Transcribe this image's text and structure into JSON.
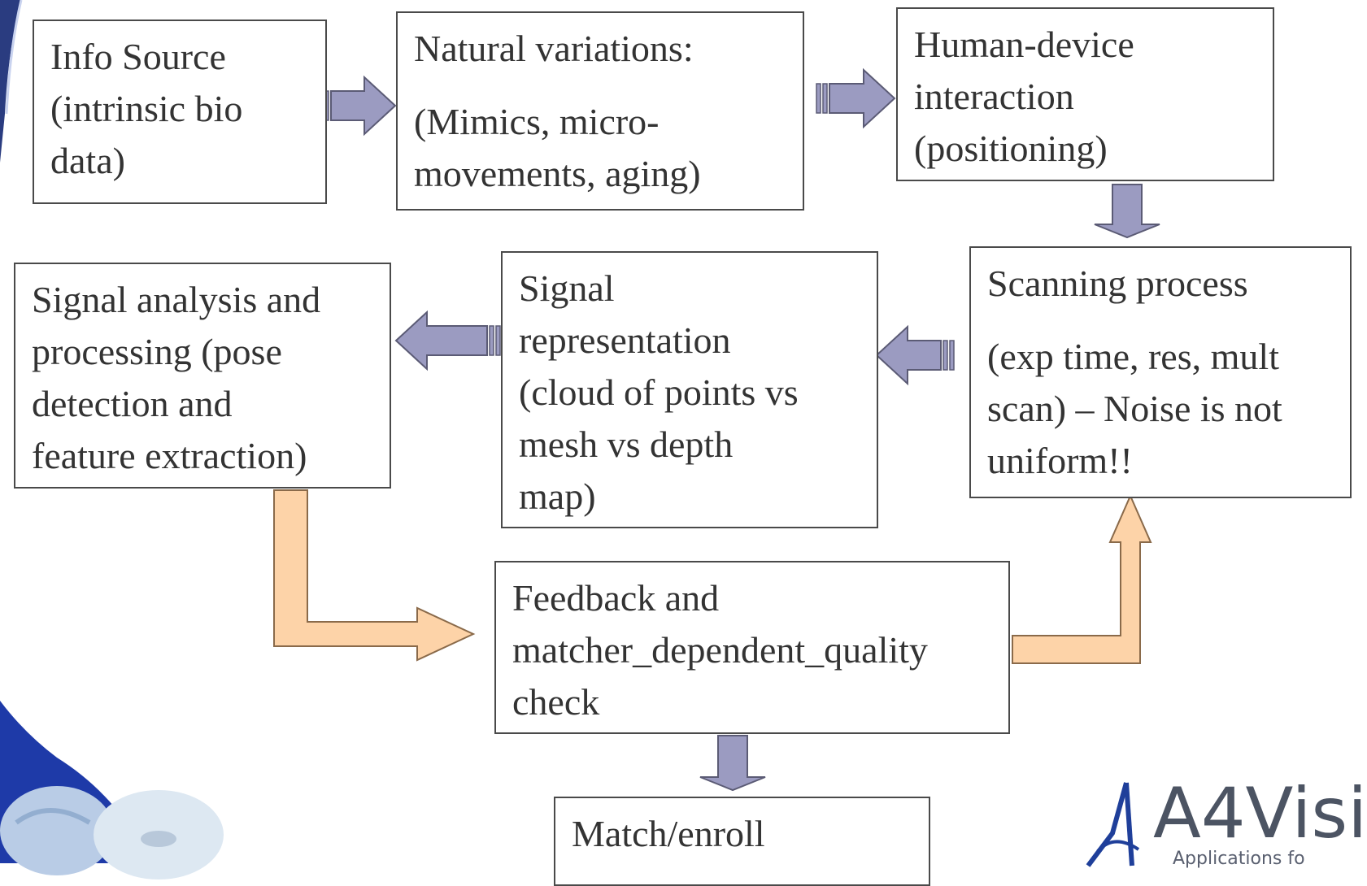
{
  "boxes": {
    "info_source": {
      "lines": [
        "Info Source",
        "(intrinsic bio",
        "data)"
      ]
    },
    "natural_variations": {
      "title": "Natural variations:",
      "lines": [
        "(Mimics, micro-",
        "movements, aging)"
      ]
    },
    "human_device": {
      "lines": [
        "Human-device",
        "interaction",
        "(positioning)"
      ]
    },
    "scanning": {
      "title": "Scanning process",
      "lines": [
        "(exp time, res, mult",
        "scan) – Noise is not",
        "uniform!!"
      ]
    },
    "signal_representation": {
      "lines": [
        "Signal",
        "representation",
        "(cloud of points vs",
        "mesh vs depth",
        "map)"
      ]
    },
    "signal_analysis": {
      "lines": [
        "Signal analysis and",
        "processing (pose",
        "detection and",
        "feature extraction)"
      ]
    },
    "feedback": {
      "lines": [
        "Feedback and",
        "matcher_dependent_quality",
        "check"
      ]
    },
    "match_enroll": {
      "lines": [
        "Match/enroll"
      ]
    }
  },
  "logo": {
    "text": "A4Visi",
    "subtext": "Applications fo"
  },
  "colors": {
    "flow_arrow": "#9b9bc1",
    "feedback_arrow": "#fdd3a8",
    "border": "#4a4a4a",
    "text": "#333333"
  }
}
